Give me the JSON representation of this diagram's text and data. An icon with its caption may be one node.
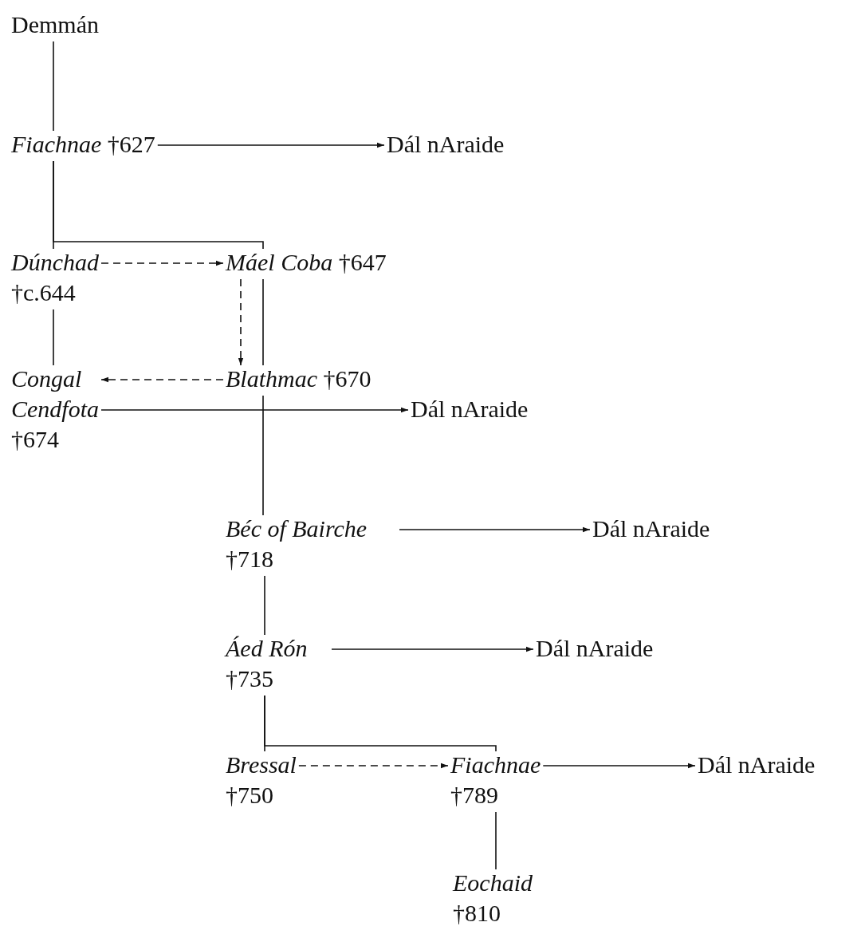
{
  "diagram": {
    "nodes": [
      {
        "text": [
          "Demmán"
        ]
      },
      {
        "text": [
          "*Fiachnae* †627"
        ]
      },
      {
        "text": [
          "Dál nAraide"
        ]
      },
      {
        "text": [
          "*Dúnchad* †c.644"
        ]
      },
      {
        "text": [
          "*Máel Coba* †647"
        ]
      },
      {
        "text": [
          "*Congal Cendfota* †674"
        ]
      },
      {
        "text": [
          "*Blathmac* †670"
        ]
      },
      {
        "text": [
          "Dál nAraide"
        ]
      },
      {
        "text": [
          "*Béc of Bairche* †718"
        ]
      },
      {
        "text": [
          "Dál nAraide"
        ]
      },
      {
        "text": [
          "*Áed Rón* †735"
        ]
      },
      {
        "text": [
          "Dál nAraide"
        ]
      },
      {
        "text": [
          "*Bressal* †750"
        ]
      },
      {
        "text": [
          "*Fiachnae* †789"
        ]
      },
      {
        "text": [
          "Dál nAraide"
        ]
      },
      {
        "text": [
          "*Eochaid* †810"
        ]
      }
    ],
    "edges": [
      {
        "from": 0,
        "to": 1,
        "arrow": "none"
      },
      {
        "from": 1,
        "to": 2,
        "arrow": "to"
      },
      {
        "from": 1,
        "to": 3,
        "arrow": "none"
      },
      {
        "from": 1,
        "to": 4,
        "arrow": "none"
      },
      {
        "from": 3,
        "to": 4,
        "arrow": "to",
        "style": "dashed"
      },
      {
        "from": 4,
        "to": 6,
        "arrow": "to",
        "style": "dashed"
      },
      {
        "from": 4,
        "to": 6,
        "arrow": "none"
      },
      {
        "from": 3,
        "to": 5,
        "arrow": "none"
      },
      {
        "from": 6,
        "to": 5,
        "arrow": "to",
        "style": "dashed"
      },
      {
        "from": 5,
        "to": 7,
        "arrow": "to"
      },
      {
        "from": 6,
        "to": 8,
        "arrow": "none"
      },
      {
        "from": 8,
        "to": 9,
        "arrow": "to"
      },
      {
        "from": 8,
        "to": 10,
        "arrow": "none"
      },
      {
        "from": 10,
        "to": 11,
        "arrow": "to"
      },
      {
        "from": 10,
        "to": 12,
        "arrow": "none"
      },
      {
        "from": 10,
        "to": 13,
        "arrow": "none"
      },
      {
        "from": 12,
        "to": 13,
        "arrow": "to",
        "style": "dashed"
      },
      {
        "from": 13,
        "to": 14,
        "arrow": "to"
      },
      {
        "from": 13,
        "to": 15,
        "arrow": "none"
      }
    ]
  }
}
